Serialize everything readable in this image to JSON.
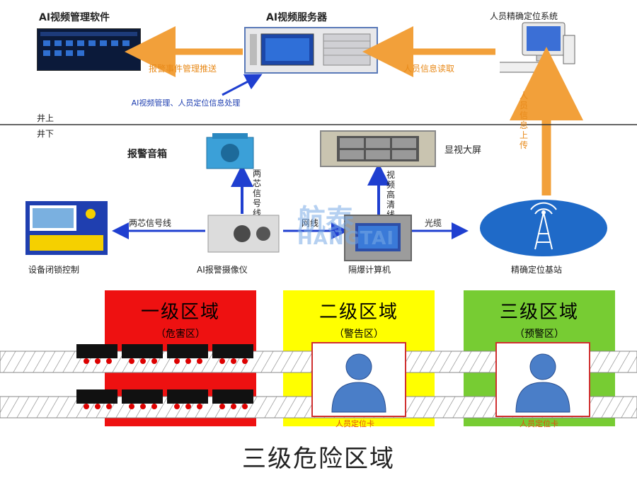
{
  "labels": {
    "ai_software": "AI视频管理软件",
    "ai_server": "AI视频服务器",
    "positioning_system": "人员精确定位系统",
    "alarm_push": "报警事件管理推送",
    "person_info_read": "人员信息读取",
    "ai_mgmt": "AI视频管理、人员定位信息处理",
    "above_ground": "井上",
    "underground": "井下",
    "alarm_speaker": "报警音箱",
    "monitor_screen": "显视大屏",
    "two_core_v": "两芯信号线",
    "video_hd_v": "视频高清线",
    "person_info_upload_v": "人员信息上传",
    "two_core_h": "两芯信号线",
    "network": "网线",
    "fiber": "光缆",
    "equipment_lock": "设备闭锁控制",
    "ai_camera": "AI报警摄像仪",
    "explosion_proof_pc": "隔爆计算机",
    "base_station": "精确定位基站",
    "watermark": "航泰",
    "watermark_en": "HANGTAI"
  },
  "zones": [
    {
      "title": "一级区域",
      "subtitle": "（危害区）",
      "color": "#ee1111"
    },
    {
      "title": "二级区域",
      "subtitle": "（警告区）",
      "color": "#ffff00"
    },
    {
      "title": "三级区域",
      "subtitle": "（预警区）",
      "color": "#77cc33"
    }
  ],
  "card_label": "人员定位卡",
  "bottom_title": "三级危险区域",
  "colors": {
    "orange": "#f2a03a",
    "blue": "#1f3fd0"
  }
}
